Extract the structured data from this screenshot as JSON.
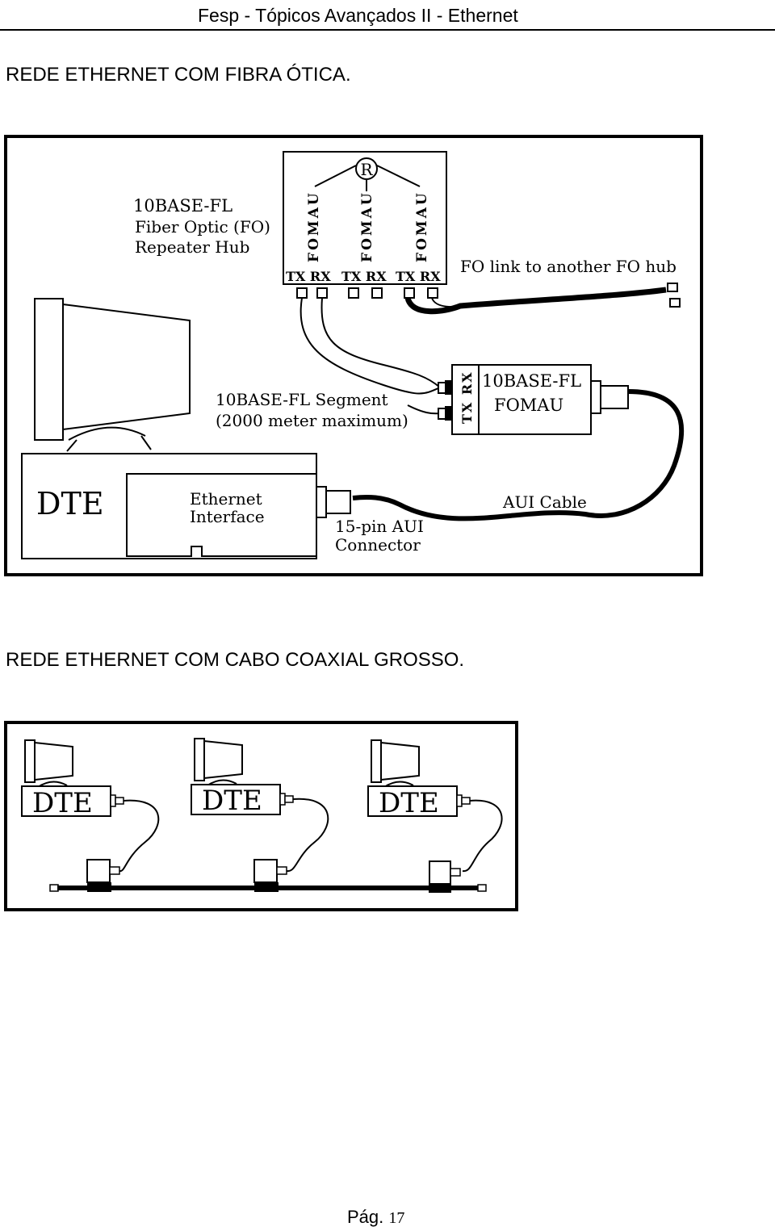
{
  "header": {
    "title": "Fesp - Tópicos Avançados II - Ethernet"
  },
  "section1": {
    "heading": "REDE ETHERNET COM FIBRA ÓTICA.",
    "diagram": {
      "hub_label_line1": "10BASE-FL",
      "hub_label_line2": "Fiber Optic (FO)",
      "hub_label_line3": "Repeater Hub",
      "repeater_label": "R",
      "fomau_vertical": "FOMAU",
      "port_label": "TX RX",
      "fo_link_label": "FO link to another FO hub",
      "segment_line1": "10BASE-FL Segment",
      "segment_line2": "(2000 meter maximum)",
      "fomau_line1": "10BASE-FL",
      "fomau_line2": "FOMAU",
      "fomau_txrx": "TX RX",
      "dte_label": "DTE",
      "ethernet_line1": "Ethernet",
      "ethernet_line2": "Interface",
      "connector_line1": "15-pin AUI",
      "connector_line2": "Connector",
      "aui_cable_label": "AUI Cable"
    }
  },
  "section2": {
    "heading": "REDE ETHERNET COM CABO COAXIAL GROSSO.",
    "diagram": {
      "dte_label": "DTE"
    }
  },
  "footer": {
    "page_prefix": "Pág.",
    "page_number": "17"
  }
}
